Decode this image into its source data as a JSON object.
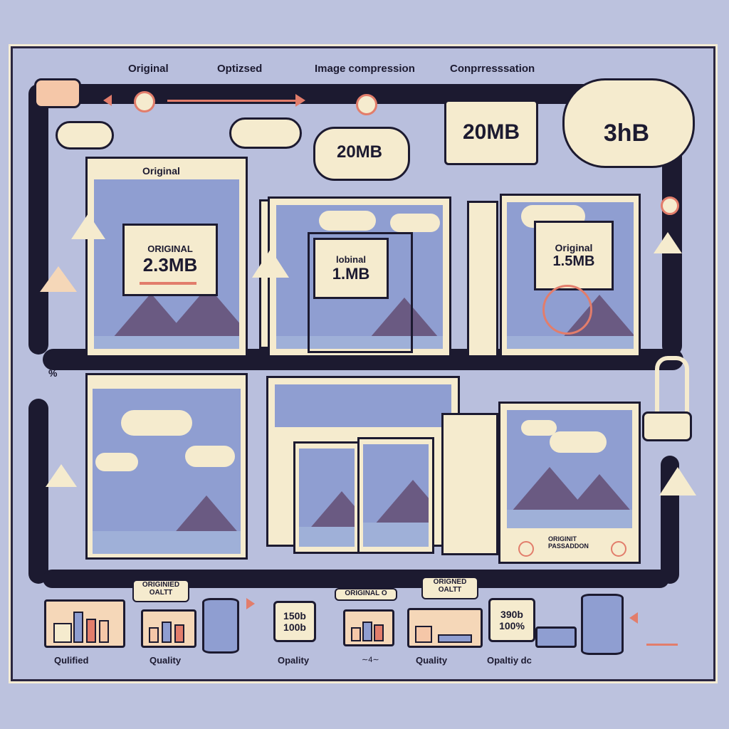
{
  "headers": [
    "Original",
    "Optizsed",
    "Image compression",
    "Conprresssation"
  ],
  "top_sizes": {
    "card_a": "20MB",
    "card_b": "20MB",
    "cloud": "3hB"
  },
  "frames": [
    {
      "title": "Original",
      "badge_title": "ORIGINAL",
      "badge_size": "2.3MB"
    },
    {
      "badge_title": "lobinal",
      "badge_size": "1.MB"
    },
    {
      "badge_title": "Original",
      "badge_size": "1.5MB"
    }
  ],
  "footer_notes": {
    "left": "ORIGINIED\nOALTT",
    "mid": "ORIGINAL O",
    "right": "ORIGNED\nOALTT",
    "frame_note": "ORIGINIT\nPASSADDON"
  },
  "footer_sizes": [
    {
      "a": "150b",
      "b": "100b"
    },
    {
      "a": "390b",
      "b": "100%"
    }
  ],
  "quality_labels": [
    "Qulified",
    "Quality",
    "Opality",
    "Quality",
    "Opaltiy dc"
  ],
  "percent_mark": "%",
  "tilde_mark": "∼4∼",
  "colors": {
    "track": "#1c1a30",
    "paper": "#f5ebce",
    "accent": "#e27d6b",
    "sky": "#8f9ed1",
    "bg": "#bcc2de"
  }
}
